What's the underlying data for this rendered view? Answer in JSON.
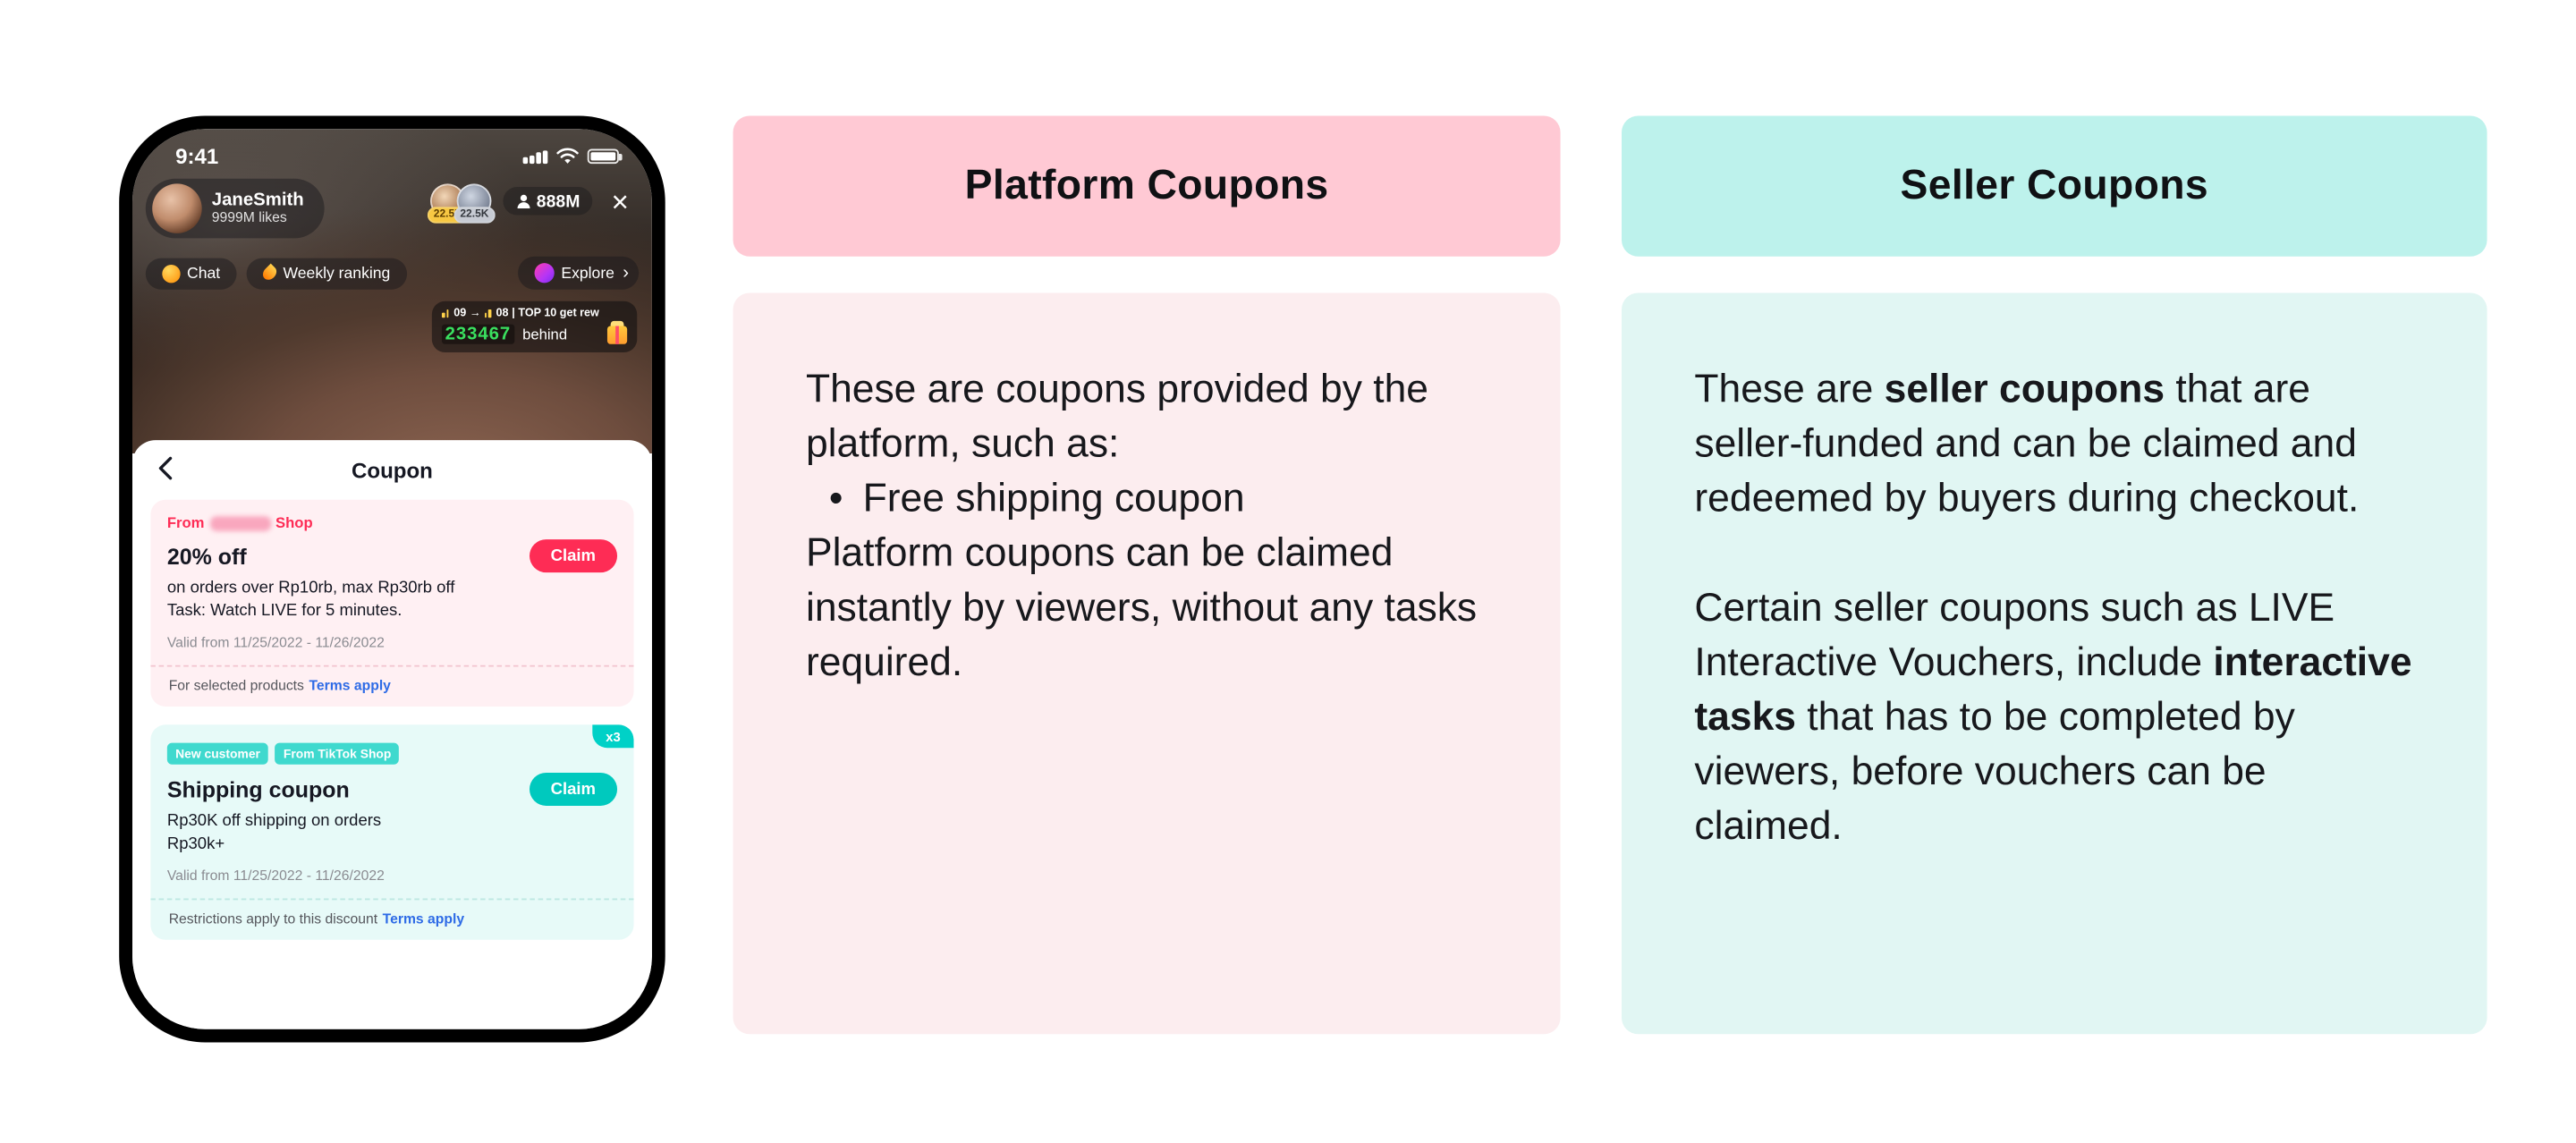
{
  "phone": {
    "status_bar": {
      "time": "9:41"
    },
    "streamer": {
      "name": "JaneSmith",
      "likes": "9999M likes"
    },
    "viewers": {
      "badge1": "22.5K",
      "badge2": "22.5K",
      "count": "888M"
    },
    "top_buttons": {
      "chat": "Chat",
      "weekly_ranking": "Weekly ranking",
      "explore": "Explore"
    },
    "ranking": {
      "rank_from": "09",
      "arrow": "→",
      "rank_to": "08",
      "sep": "|",
      "reward": "TOP 10 get rew",
      "behind_count": "233467",
      "behind_label": "behind"
    },
    "coupon_panel": {
      "title": "Coupon",
      "c1": {
        "from_prefix": "From",
        "from_suffix": "Shop",
        "title": "20% off",
        "claim": "Claim",
        "desc1": "on orders over Rp10rb, max Rp30rb off",
        "desc2": "Task: Watch LIVE for 5 minutes.",
        "validity": "Valid from 11/25/2022 - 11/26/2022",
        "footer": "For selected products",
        "footer_link": "Terms apply"
      },
      "c2": {
        "badge": "x3",
        "tag1": "New customer",
        "tag2": "From TikTok Shop",
        "title": "Shipping coupon",
        "claim": "Claim",
        "desc1": "Rp30K off shipping on orders",
        "desc2": "Rp30k+",
        "validity": "Valid from 11/25/2022 - 11/26/2022",
        "footer": "Restrictions apply to this discount",
        "footer_link": "Terms apply"
      }
    }
  },
  "platform": {
    "title": "Platform Coupons",
    "p1": "These are coupons provided by the platform, such as:",
    "bullet": "Free shipping coupon",
    "p2": "Platform coupons can be claimed instantly by viewers, without any tasks required."
  },
  "seller": {
    "title": "Seller Coupons",
    "p1": [
      {
        "text": "These are ",
        "bold": false
      },
      {
        "text": "seller coupons",
        "bold": true
      },
      {
        "text": " that are seller-funded and can be claimed and redeemed by buyers during checkout.",
        "bold": false
      }
    ],
    "p2": [
      {
        "text": "Certain seller coupons such as LIVE Interactive Vouchers, include ",
        "bold": false
      },
      {
        "text": "interactive tasks",
        "bold": true
      },
      {
        "text": " that has to be completed by viewers, before vouchers can be claimed.",
        "bold": false
      }
    ]
  },
  "colors": {
    "accent_pink": "#FE2C55",
    "accent_teal": "#00C9BE",
    "link_blue": "#2E6BE6",
    "header_pink": "#FFC9D4",
    "body_pink": "#FCEDEF",
    "header_teal": "#BDF2EC",
    "body_teal": "#E1F6F3",
    "behind_green": "#3AE05F"
  }
}
